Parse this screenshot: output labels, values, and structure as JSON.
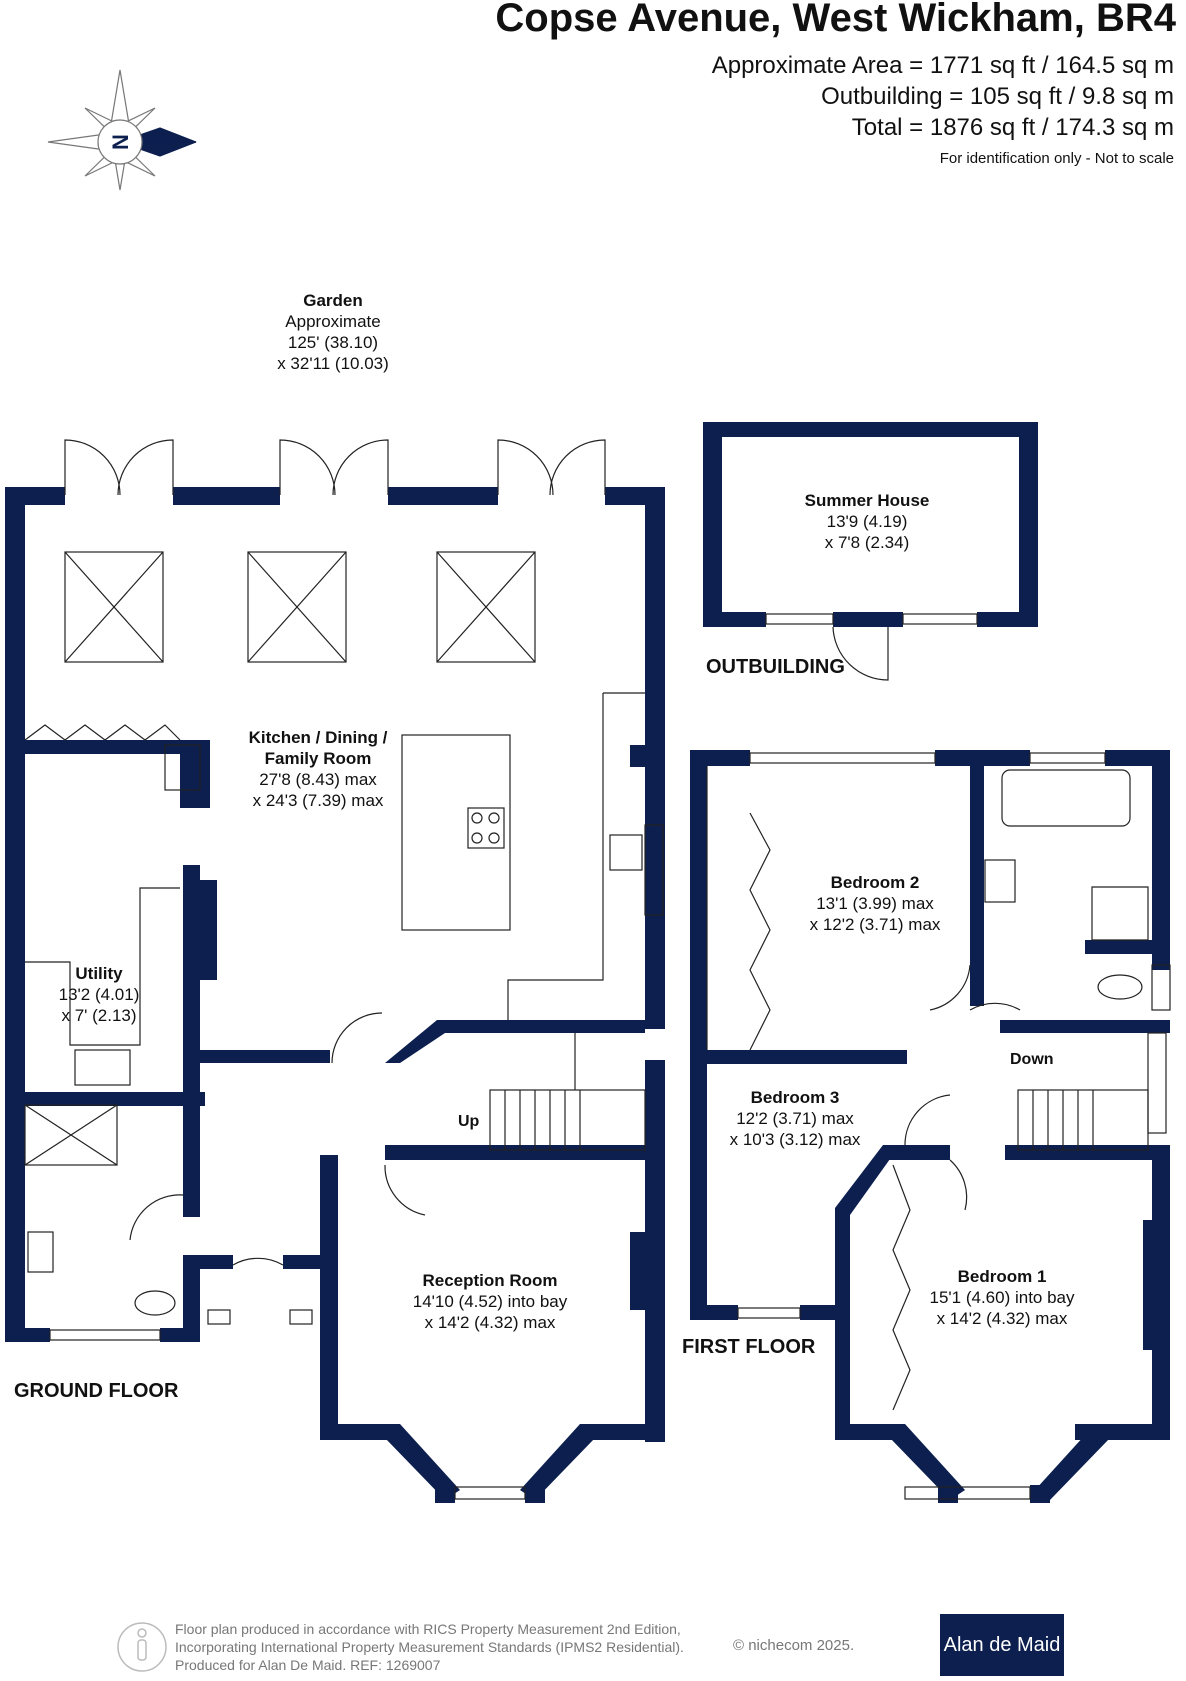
{
  "header": {
    "title": "Copse Avenue, West Wickham, BR4",
    "area_approx": "Approximate Area = 1771 sq ft / 164.5 sq m",
    "area_outbuilding": "Outbuilding = 105 sq ft / 9.8 sq m",
    "area_total": "Total = 1876 sq ft / 174.3 sq m",
    "disclaimer": "For identification only - Not to scale"
  },
  "compass": {
    "letter": "N"
  },
  "garden": {
    "name": "Garden",
    "line1": "Approximate",
    "line2": "125' (38.10)",
    "line3": "x 32'11 (10.03)"
  },
  "rooms": {
    "summer_house": {
      "name": "Summer House",
      "dim1": "13'9 (4.19)",
      "dim2": "x 7'8 (2.34)"
    },
    "kitchen": {
      "name1": "Kitchen / Dining /",
      "name2": "Family Room",
      "dim1": "27'8 (8.43) max",
      "dim2": "x 24'3 (7.39) max"
    },
    "utility": {
      "name": "Utility",
      "dim1": "13'2 (4.01)",
      "dim2": "x 7' (2.13)"
    },
    "reception": {
      "name": "Reception Room",
      "dim1": "14'10 (4.52) into bay",
      "dim2": "x 14'2 (4.32) max"
    },
    "bedroom2": {
      "name": "Bedroom 2",
      "dim1": "13'1 (3.99) max",
      "dim2": "x 12'2 (3.71) max"
    },
    "bedroom3": {
      "name": "Bedroom 3",
      "dim1": "12'2 (3.71) max",
      "dim2": "x 10'3 (3.12) max"
    },
    "bedroom1": {
      "name": "Bedroom 1",
      "dim1": "15'1 (4.60) into bay",
      "dim2": "x 14'2 (4.32) max"
    }
  },
  "labels": {
    "outbuilding": "OUTBUILDING",
    "ground_floor": "GROUND FLOOR",
    "first_floor": "FIRST FLOOR",
    "up": "Up",
    "down": "Down"
  },
  "footer": {
    "line1": "Floor plan produced in accordance with RICS Property Measurement 2nd Edition,",
    "line2": "Incorporating International Property Measurement Standards (IPMS2 Residential).",
    "line3": "Produced for Alan De Maid.   REF: 1269007",
    "copyright": "© nichecom 2025.",
    "brand": "Alan de Maid"
  },
  "colors": {
    "wall": "#0d1f4f",
    "brand_bg": "#0d1f4f"
  }
}
